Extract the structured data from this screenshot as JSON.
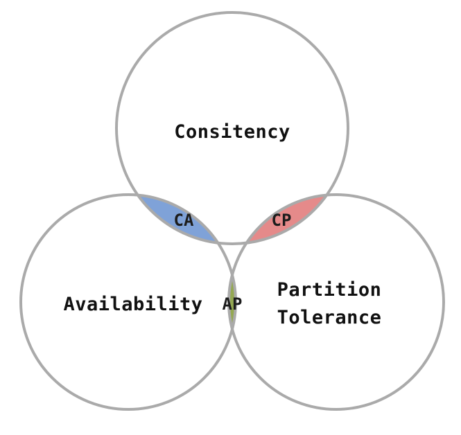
{
  "diagram": {
    "sets": {
      "consistency": "Consitency",
      "availability": "Availability",
      "partition_tolerance": [
        "Partition",
        "Tolerance"
      ]
    },
    "overlaps": {
      "ca": {
        "label": "CA",
        "color": "#7fa2d8"
      },
      "cp": {
        "label": "CP",
        "color": "#e58a8a"
      },
      "ap": {
        "label": "AP",
        "color": "#94a852"
      }
    },
    "circle_stroke_color": "#aaaaaa"
  }
}
